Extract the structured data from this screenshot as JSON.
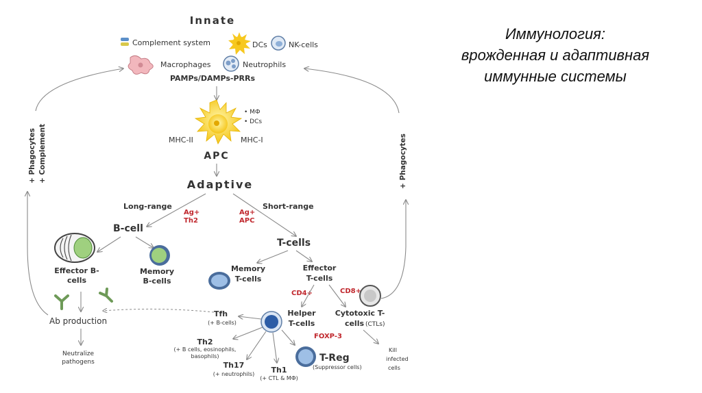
{
  "slide": {
    "title_lines": [
      "Иммунология:",
      "врожденная и адаптивная",
      "иммунные системы"
    ]
  },
  "diagram": {
    "innate_heading": "Innate",
    "complement": "Complement system",
    "dcs": "DCs",
    "nk_cells": "NK-cells",
    "macrophages": "Macrophages",
    "neutrophils": "Neutrophils",
    "pamps": "PAMPs/DAMPs-PRRs",
    "apc_mf": "• MФ",
    "apc_dcs": "• DCs",
    "mhc2": "MHC-II",
    "mhc1": "MHC-I",
    "apc": "APC",
    "adaptive_heading": "Adaptive",
    "long_range": "Long-range",
    "short_range": "Short-range",
    "ag_th2": [
      "Ag+",
      "Th2"
    ],
    "ag_apc": [
      "Ag+",
      "APC"
    ],
    "b_cell": "B-cell",
    "t_cells": "T-cells",
    "effector_b": [
      "Effector B-",
      "cells"
    ],
    "memory_b": [
      "Memory",
      "B-cells"
    ],
    "memory_t": [
      "Memory",
      "T-cells"
    ],
    "effector_t": [
      "Effector",
      "T-cells"
    ],
    "cd4": "CD4+",
    "cd8": "CD8+",
    "ab_production": "Ab production",
    "neutralize": [
      "Neutralize",
      "pathogens"
    ],
    "tfh": "Tfh",
    "tfh_sub": "(+ B-cells)",
    "helper_t": [
      "Helper",
      "T-cells"
    ],
    "cytotoxic": [
      "Cytotoxic T-",
      "cells"
    ],
    "ctls": "(CTLs)",
    "foxp3": "FOXP-3",
    "th2": "Th2",
    "th2_sub": [
      "(+ B cells, eosinophils,",
      "basophils)"
    ],
    "th17": "Th17",
    "th17_sub": "(+ neutrophils)",
    "th1": "Th1",
    "th1_sub": "(+ CTL & MФ)",
    "treg": "T-Reg",
    "treg_sub": "(Suppressor cells)",
    "kill": [
      "Kill",
      "infected",
      "cells"
    ],
    "left_side": [
      "+ Phagocytes",
      "+ Complement"
    ],
    "right_side": "+ Phagocytes"
  }
}
